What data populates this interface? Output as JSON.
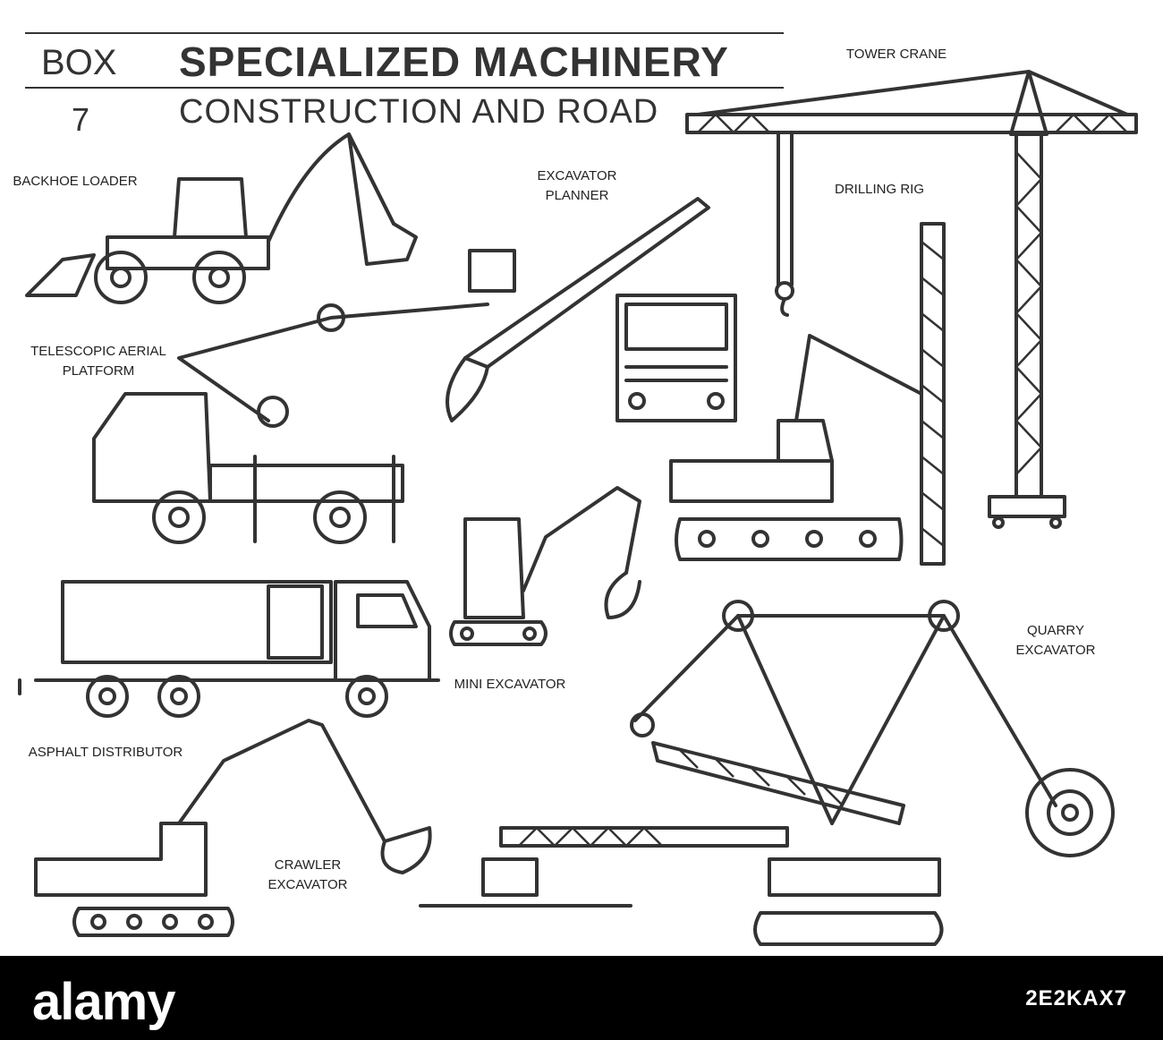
{
  "header": {
    "box_label": "BOX",
    "box_number": "7",
    "title": "SPECIALIZED MACHINERY",
    "subtitle": "CONSTRUCTION AND ROAD"
  },
  "labels": {
    "tower_crane": "TOWER CRANE",
    "backhoe_loader": "BACKHOE LOADER",
    "excavator_planner": "EXCAVATOR\nPLANNER",
    "drilling_rig": "DRILLING RIG",
    "telescopic_aerial_platform": "TELESCOPIC AERIAL\nPLATFORM",
    "quarry_excavator": "QUARRY EXCAVATOR",
    "mini_excavator": "MINI EXCAVATOR",
    "asphalt_distributor": "ASPHALT DISTRIBUTOR",
    "crawler_excavator": "CRAWLER\nEXCAVATOR"
  },
  "footer": {
    "brand": "alamy",
    "image_id": "2E2KAX7"
  },
  "colors": {
    "line": "#333333",
    "background": "#ffffff",
    "footer": "#000000"
  }
}
